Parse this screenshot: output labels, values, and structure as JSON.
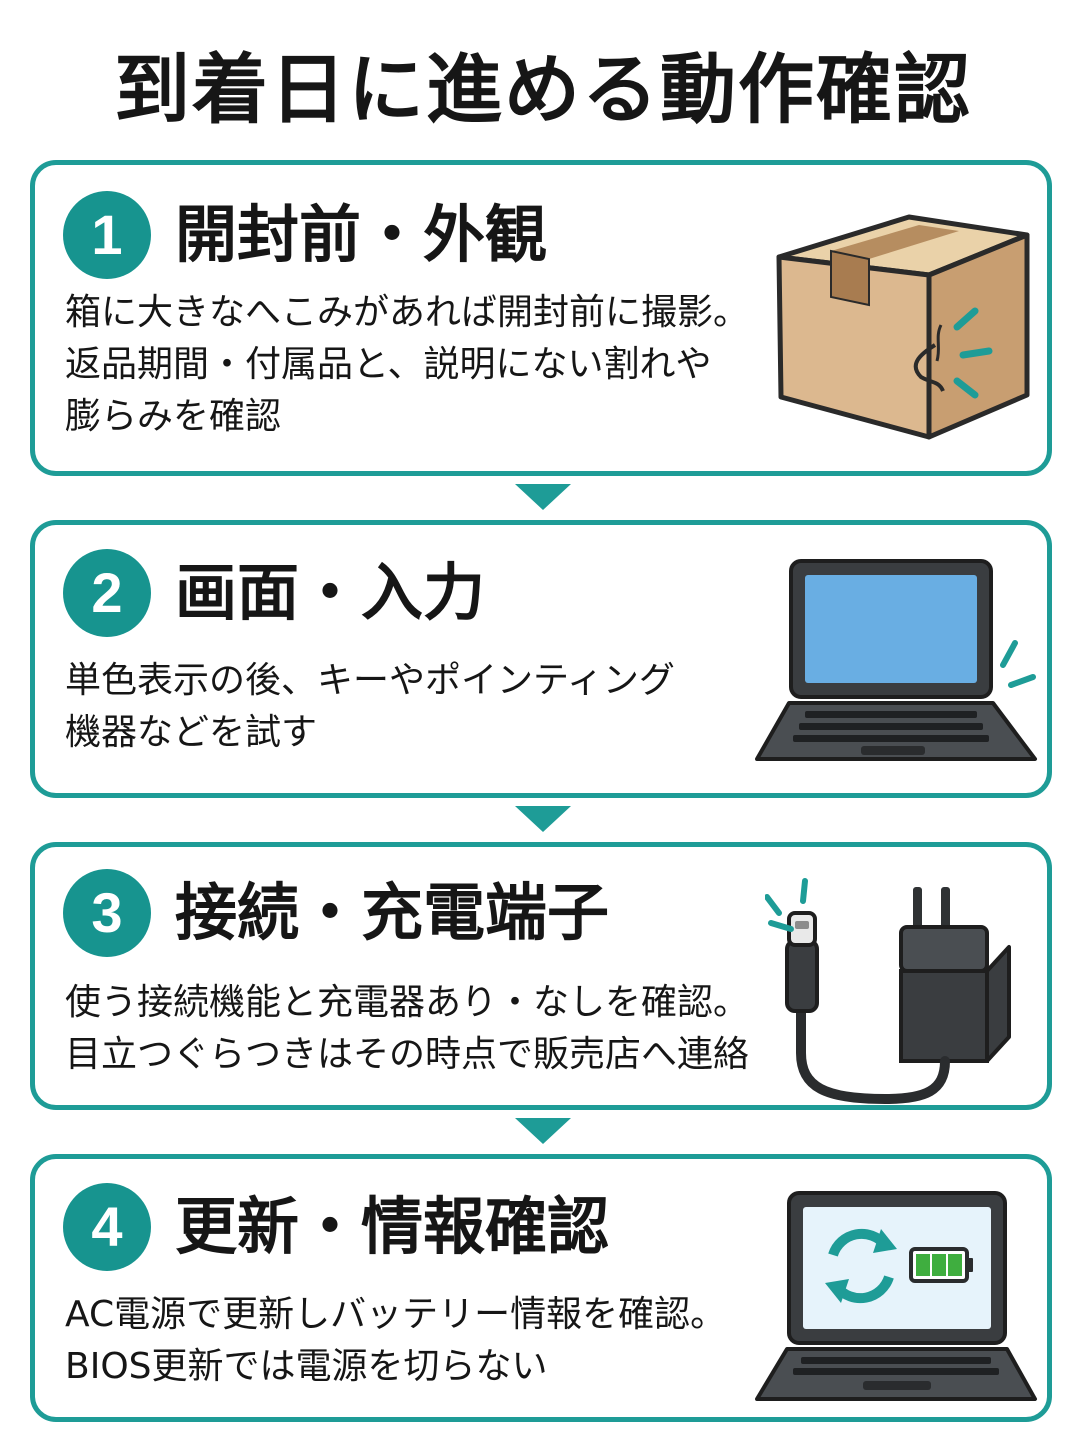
{
  "title": "到着日に進める動作確認",
  "steps": [
    {
      "number": "1",
      "title": "開封前・外観",
      "lines": [
        "箱に大きなへこみがあれば開封前に撮影。",
        "返品期間・付属品と、説明にない割れや",
        "膨らみを確認"
      ],
      "icon": "cardboard-box-icon"
    },
    {
      "number": "2",
      "title": "画面・入力",
      "lines": [
        "単色表示の後、キーやポインティング",
        "機器などを試す"
      ],
      "icon": "laptop-icon"
    },
    {
      "number": "3",
      "title": "接続・充電端子",
      "lines": [
        "使う接続機能と充電器あり・なしを確認。",
        "目立つぐらつきはその時点で販売店へ連絡"
      ],
      "icon": "charger-cable-icon"
    },
    {
      "number": "4",
      "title": "更新・情報確認",
      "lines": [
        "AC電源で更新しバッテリー情報を確認。",
        "BIOS更新では電源を切らない"
      ],
      "icon": "laptop-update-battery-icon"
    }
  ],
  "colors": {
    "accent": "#1e9c97",
    "badge": "#17948f",
    "box": "#dcb88f",
    "screen": "#69aee3",
    "device": "#3a3d40",
    "battery": "#3fae3f"
  }
}
